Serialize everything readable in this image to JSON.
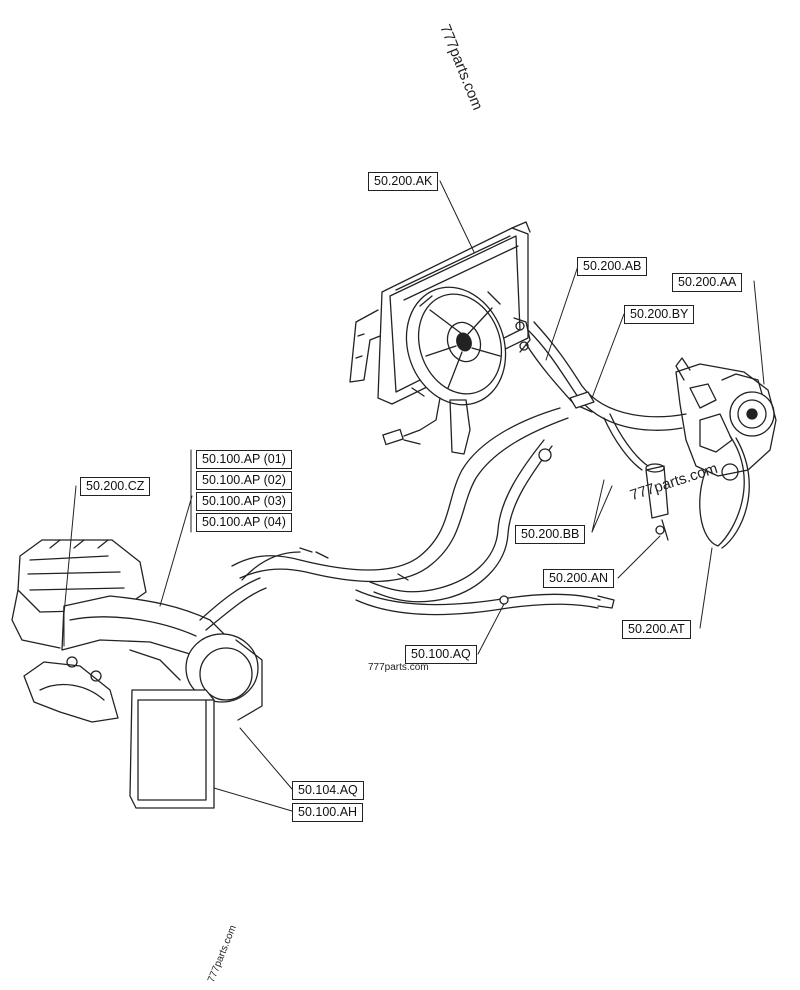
{
  "watermarks": [
    "777parts.com",
    "777parts.com",
    "777parts.com",
    "777parts.com"
  ],
  "callouts": {
    "ak": "50.200.AK",
    "ab": "50.200.AB",
    "aa": "50.200.AA",
    "by": "50.200.BY",
    "cz": "50.200.CZ",
    "ap01": "50.100.AP (01)",
    "ap02": "50.100.AP (02)",
    "ap03": "50.100.AP (03)",
    "ap04": "50.100.AP (04)",
    "bb": "50.200.BB",
    "an": "50.200.AN",
    "at": "50.200.AT",
    "aq100": "50.100.AQ",
    "aq104": "50.104.AQ",
    "ah": "50.100.AH"
  }
}
